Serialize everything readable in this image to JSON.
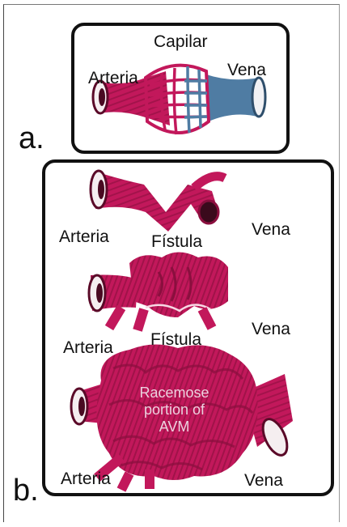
{
  "panel_a": {
    "letter": "a.",
    "labels": {
      "capilar": "Capilar",
      "arteria": "Arteria",
      "vena": "Vena"
    }
  },
  "panel_b": {
    "letter": "b.",
    "row1": {
      "arteria": "Arteria",
      "fistula": "Fístula",
      "vena": "Vena"
    },
    "row2": {
      "arteria": "Arteria",
      "fistula": "Fístula",
      "vena": "Vena"
    },
    "row3": {
      "arteria": "Arteria",
      "vena": "Vena",
      "racemose": "Racemose\nportion of\nAVM"
    }
  },
  "colors": {
    "artery": "#c2185b",
    "artery_dark": "#8a0f3e",
    "vein": "#4f7ca3",
    "frame": "#111111"
  }
}
